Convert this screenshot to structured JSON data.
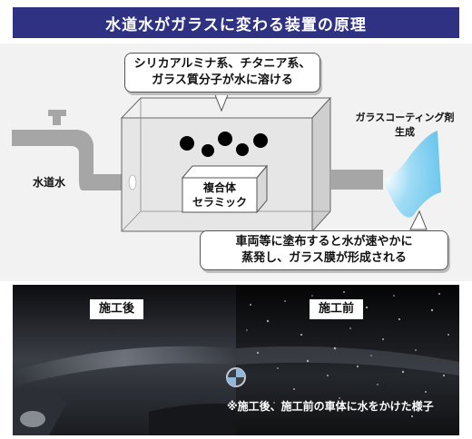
{
  "title": "水道水がガラスに変わる装置の原理",
  "diagram": {
    "top_callout": {
      "line1": "シリカアルミナ系、チタニア系、",
      "line2": "ガラス質分子が水に溶ける"
    },
    "tap_label": "水道水",
    "ceramic_label": {
      "line1": "複合体",
      "line2": "セラミック"
    },
    "spray_label": {
      "line1": "ガラスコーティング剤",
      "line2": "生成"
    },
    "bottom_callout": {
      "line1": "車両等に塗布すると水が速やかに",
      "line2": "蒸発し、ガラス膜が形成される"
    },
    "colors": {
      "pipe": "#a6a6a6",
      "box_face": "#e6e6e6",
      "box_side": "#cfcfcf",
      "molecule": "#000000",
      "spray": "#6fc7ee"
    }
  },
  "photo": {
    "after_label": "施工後",
    "before_label": "施工前",
    "caption": "※施工後、施工前の車体に水をかけた様子"
  },
  "colors": {
    "title_bg": "#2f3283"
  }
}
